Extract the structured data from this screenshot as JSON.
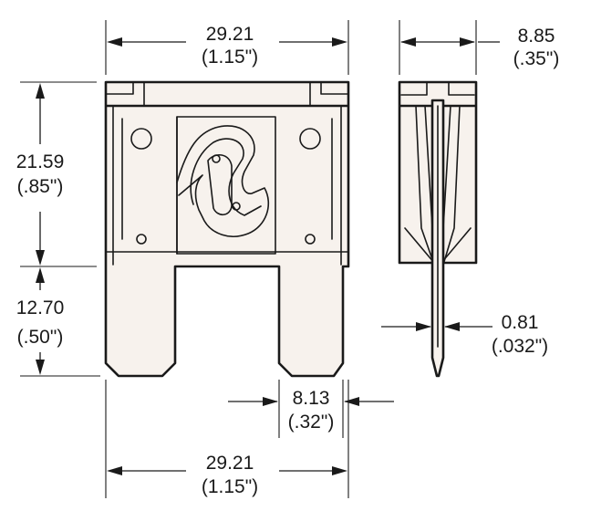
{
  "dimensions": {
    "top_width": {
      "mm": "29.21",
      "inch": "(1.15\")"
    },
    "side_width": {
      "mm": "8.85",
      "inch": "(.35\")"
    },
    "body_height": {
      "mm": "21.59",
      "inch": "(.85\")"
    },
    "blade_length": {
      "mm": "12.70",
      "inch": "(.50\")"
    },
    "blade_thickness": {
      "mm": "0.81",
      "inch": "(.032\")"
    },
    "blade_width": {
      "mm": "8.13",
      "inch": "(.32\")"
    },
    "bottom_width": {
      "mm": "29.21",
      "inch": "(1.15\")"
    }
  },
  "colors": {
    "ink": "#1a1a1a",
    "body_fill": "#f7f2ed"
  }
}
